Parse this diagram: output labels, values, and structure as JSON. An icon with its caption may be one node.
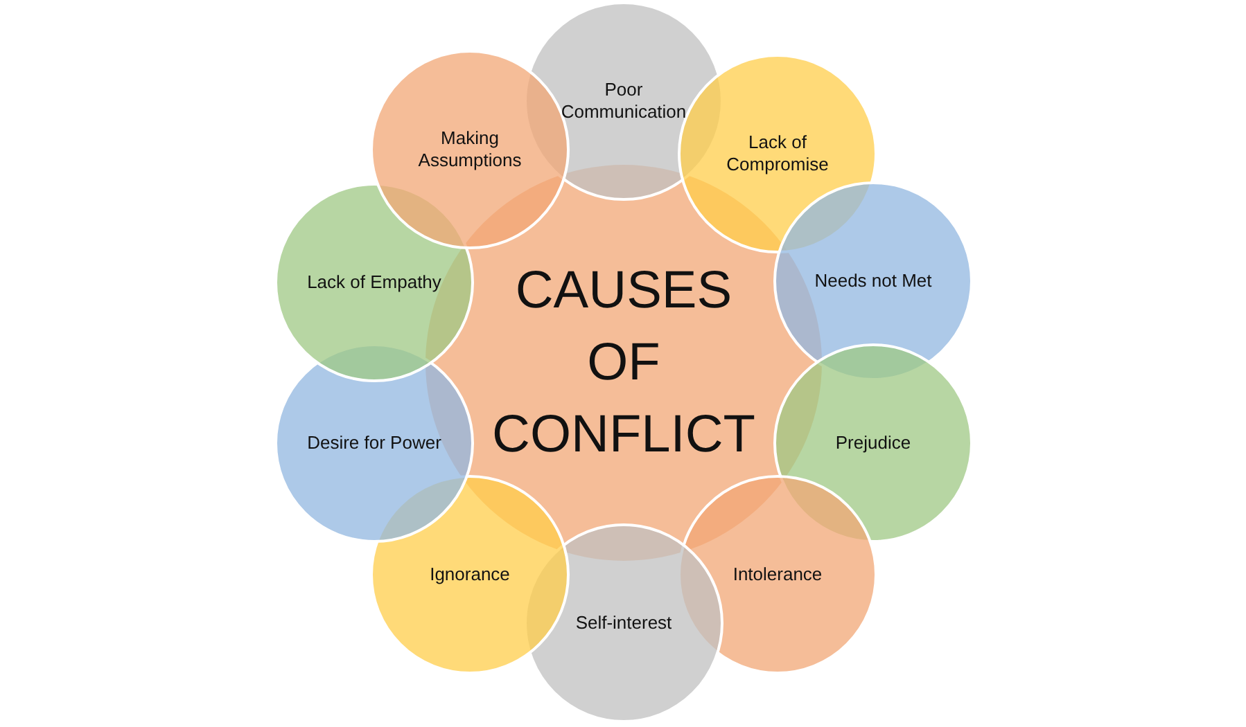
{
  "diagram": {
    "nodes": [
      {
        "text": [
          "CAUSES OF CONFLICT"
        ]
      },
      {
        "text": [
          "Poor Communication"
        ]
      },
      {
        "text": [
          "Lack of Compromise"
        ]
      },
      {
        "text": [
          "Needs not Met"
        ]
      },
      {
        "text": [
          "Prejudice"
        ]
      },
      {
        "text": [
          "Intolerance"
        ]
      },
      {
        "text": [
          "Self-interest"
        ]
      },
      {
        "text": [
          "Ignorance"
        ]
      },
      {
        "text": [
          "Desire for Power"
        ]
      },
      {
        "text": [
          "Lack of Empathy"
        ]
      },
      {
        "text": [
          "Making Assumptions"
        ]
      }
    ]
  }
}
